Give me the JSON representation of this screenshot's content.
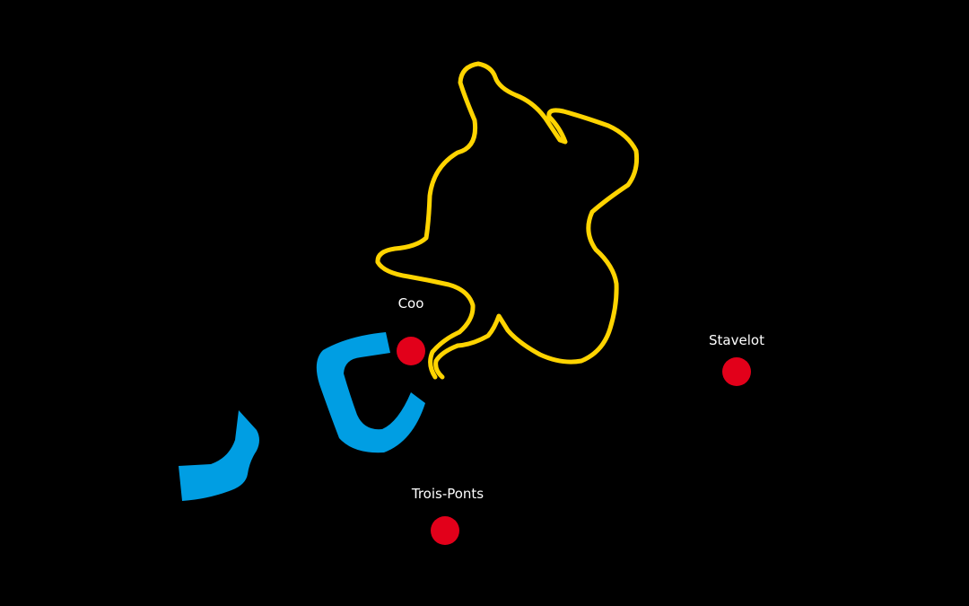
{
  "colors": {
    "background": "#000000",
    "route": "#ffd400",
    "lake": "#009ee3",
    "town_marker": "#e2001a",
    "label": "#ffffff"
  },
  "towns": [
    {
      "id": "coo",
      "name": "Coo",
      "marker": "red-dot"
    },
    {
      "id": "stavelot",
      "name": "Stavelot",
      "marker": "red-dot"
    },
    {
      "id": "trois-ponts",
      "name": "Trois-Ponts",
      "marker": "red-dot"
    }
  ],
  "features": {
    "route": "yellow-loop-line",
    "lakes": [
      "upper-reservoir",
      "lower-reservoir"
    ]
  }
}
